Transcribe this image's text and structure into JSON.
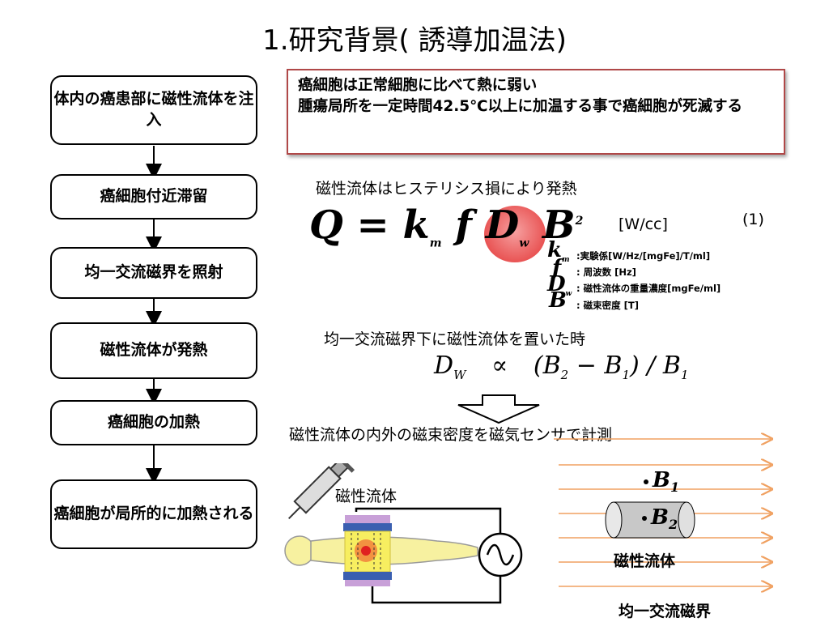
{
  "slide": {
    "title": "1.研究背景( 誘導加温法)"
  },
  "flow": {
    "steps": [
      "体内の癌患部に磁性流体を注入",
      "癌細胞付近滞留",
      "均一交流磁界を照射",
      "磁性流体が発熱",
      "癌細胞の加熱",
      "癌細胞が局所的に加熱される"
    ]
  },
  "callout": {
    "line1": "癌細胞は正常細胞に比べて熱に弱い",
    "line2": "腫瘍局所を一定時間42.5℃以上に加温する事で癌細胞が死滅する"
  },
  "heat": {
    "caption": "磁性流体はヒステリシス損により発熱",
    "unit": "[W/cc]",
    "eq_number": "(1)",
    "legend": [
      {
        "symbol": "k",
        "sub": "m",
        "desc": ":実験係[W/Hz/[mgFe]/T/ml]"
      },
      {
        "symbol": "f",
        "sub": "",
        "desc": ": 周波数 [Hz]"
      },
      {
        "symbol": "D",
        "sub": "w",
        "desc": ": 磁性流体の重量濃度[mgFe/ml]"
      },
      {
        "symbol": "B",
        "sub": "",
        "desc": ": 磁束密度 [T]"
      }
    ]
  },
  "measure": {
    "caption1": "均一交流磁界下に磁性流体を置いた時",
    "caption2": "磁性流体の内外の磁束密度を磁気センサで計測"
  },
  "illustration": {
    "fluid_label": "磁性流体",
    "b1": "B1",
    "b2": "B2",
    "cylinder_label": "磁性流体",
    "field_label": "均一交流磁界"
  },
  "colors": {
    "callout_border": "#b04848",
    "highlight": "#e84f4f",
    "field_arrow": "#f0a060",
    "body_fill": "#f7f1a0",
    "coil_blue": "#3a5fb0",
    "coil_purple": "#c8a0d8"
  }
}
